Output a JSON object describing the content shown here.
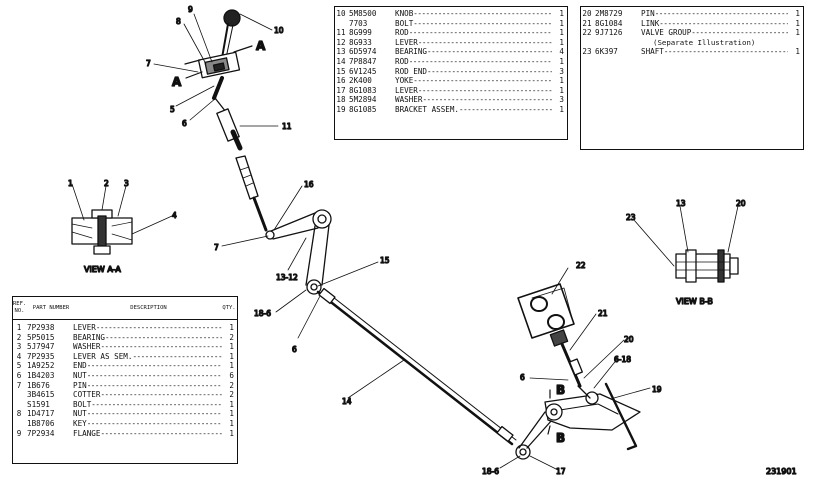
{
  "tables": {
    "top_mid": [
      {
        "no": "10",
        "pn": "5M8500",
        "desc": "KNOB",
        "qty": "1"
      },
      {
        "no": "",
        "pn": "7703",
        "desc": "BOLT",
        "qty": "1"
      },
      {
        "no": "11",
        "pn": "8G999",
        "desc": "ROD",
        "qty": "1"
      },
      {
        "no": "12",
        "pn": "8G933",
        "desc": "LEVER",
        "qty": "1"
      },
      {
        "no": "13",
        "pn": "6D5974",
        "desc": "BEARING",
        "qty": "4"
      },
      {
        "no": "14",
        "pn": "7P8847",
        "desc": "ROD",
        "qty": "1"
      },
      {
        "no": "15",
        "pn": "6V1245",
        "desc": "ROD END",
        "qty": "3"
      },
      {
        "no": "16",
        "pn": "2K400",
        "desc": "YOKE",
        "qty": "1"
      },
      {
        "no": "17",
        "pn": "8G1083",
        "desc": "LEVER",
        "qty": "1"
      },
      {
        "no": "18",
        "pn": "5M2894",
        "desc": "WASHER",
        "qty": "3"
      },
      {
        "no": "19",
        "pn": "8G1085",
        "desc": "BRACKET ASSEM.",
        "qty": "1"
      }
    ],
    "top_right": [
      {
        "no": "20",
        "pn": "2M8729",
        "desc": "PIN",
        "qty": "1"
      },
      {
        "no": "21",
        "pn": "8G1084",
        "desc": "LINK",
        "qty": "1"
      },
      {
        "no": "22",
        "pn": "9J7126",
        "desc": "VALVE GROUP",
        "qty": "1",
        "note": "(Separate Illustration)"
      },
      {
        "no": "23",
        "pn": "6K397",
        "desc": "SHAFT",
        "qty": "1"
      }
    ],
    "bottom_left_header": {
      "ref": "REF. NO.",
      "part": "PART NUMBER",
      "desc": "DESCRIPTION",
      "qty": "QTY."
    },
    "bottom_left": [
      {
        "no": "1",
        "pn": "7P2938",
        "desc": "LEVER",
        "qty": "1"
      },
      {
        "no": "2",
        "pn": "5P5015",
        "desc": "BEARING",
        "qty": "2"
      },
      {
        "no": "3",
        "pn": "5J7947",
        "desc": "WASHER",
        "qty": "1"
      },
      {
        "no": "4",
        "pn": "7P2935",
        "desc": "LEVER AS SEM.",
        "qty": "1"
      },
      {
        "no": "5",
        "pn": "1A9252",
        "desc": "END",
        "qty": "1"
      },
      {
        "no": "6",
        "pn": "1B4203",
        "desc": "NUT",
        "qty": "6"
      },
      {
        "no": "7",
        "pn": "1B676",
        "desc": "PIN",
        "qty": "2"
      },
      {
        "no": "",
        "pn": "3B4615",
        "desc": "COTTER",
        "qty": "2"
      },
      {
        "no": "",
        "pn": "S1591",
        "desc": "BOLT",
        "qty": "1"
      },
      {
        "no": "8",
        "pn": "1D4717",
        "desc": "NUT",
        "qty": "1"
      },
      {
        "no": "",
        "pn": "1B8706",
        "desc": "KEY",
        "qty": "1"
      },
      {
        "no": "9",
        "pn": "7P2934",
        "desc": "FLANGE",
        "qty": "1"
      }
    ]
  },
  "captions": {
    "view_aa": "VIEW A-A",
    "view_bb": "VIEW B-B",
    "figure_number": "231901"
  },
  "section_letters": {
    "a1": "A",
    "a2": "A",
    "b1": "B",
    "b2": "B"
  },
  "callouts": {
    "c1": "1",
    "c2": "2",
    "c3": "3",
    "c4": "4",
    "c5": "5",
    "c6": "6",
    "c7": "7",
    "c8": "8",
    "c9": "9",
    "c10": "10",
    "c11": "11",
    "c16": "16",
    "c7b": "7",
    "c1312": "13-12",
    "c15": "15",
    "c186a": "18-6",
    "c6b": "6",
    "c14": "14",
    "c186b": "18-6",
    "c17": "17",
    "c22": "22",
    "c21": "21",
    "c20": "20",
    "c6c": "6",
    "c618": "6-18",
    "c19": "19",
    "c23": "23",
    "c13": "13",
    "c20b": "20"
  }
}
